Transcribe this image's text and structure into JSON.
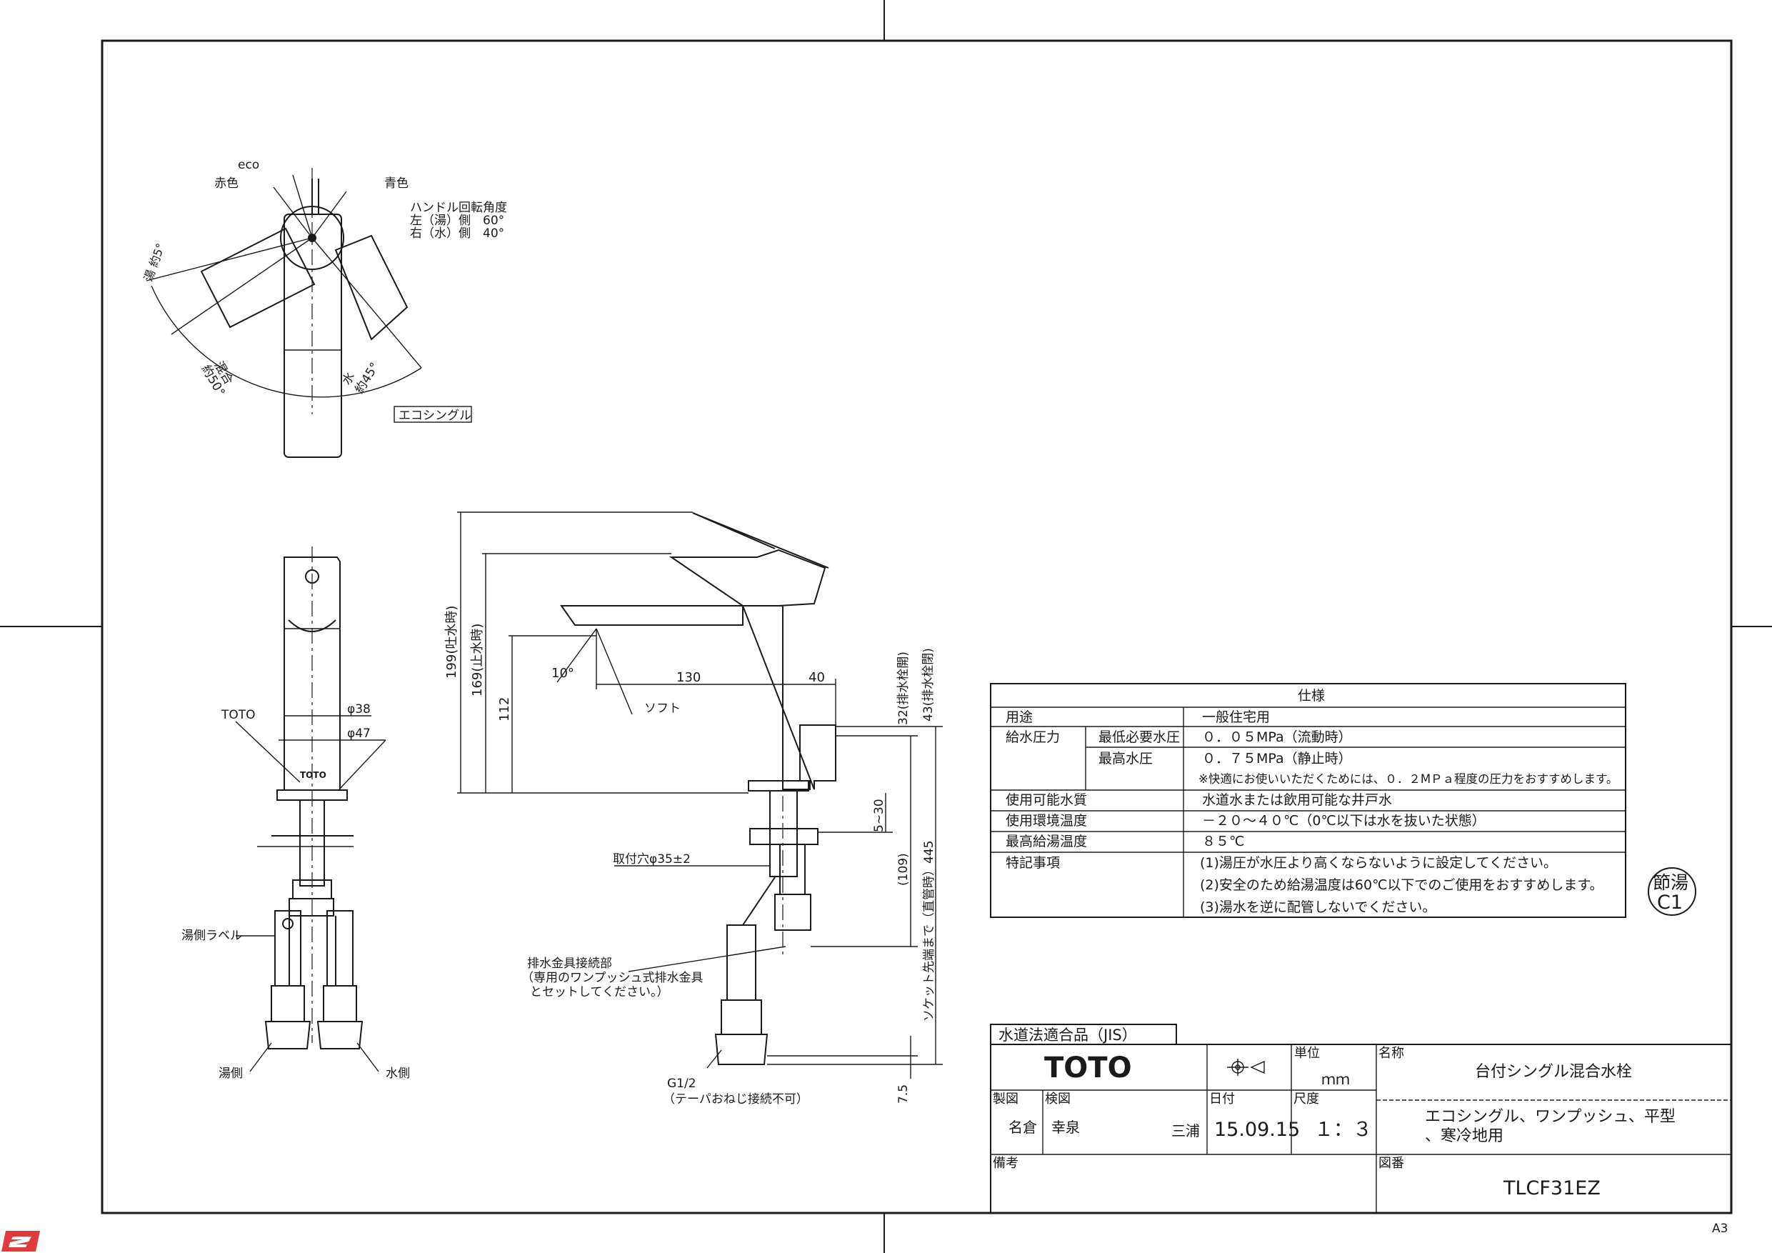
{
  "drawing": {
    "top_view": {
      "eco": "eco",
      "red": "赤色",
      "blue": "青色",
      "rotation_title": "ハンドル回転角度",
      "rotation_left": "左（湯）側　60°",
      "rotation_right": "右（水）側　40°",
      "hot_angle": "湯 約5°",
      "mix_angle": "混合",
      "mix_value": "約50°",
      "water_angle": "水",
      "water_value": "約45°",
      "eco_single": "エコシングル"
    },
    "front_view": {
      "toto": "TOTO",
      "dia38": "φ38",
      "dia47": "φ47",
      "logo": "TOTO",
      "hot_label": "湯側ラベル",
      "hot_side": "湯側",
      "water_side": "水側"
    },
    "side_view": {
      "dim_199": "199(吐水時)",
      "dim_169": "169(止水時)",
      "dim_112": "112",
      "angle_10": "10°",
      "dim_130": "130",
      "dim_40": "40",
      "soft": "ソフト",
      "dim_32": "32(排水栓開)",
      "dim_43": "43(排水栓閉)",
      "mount_hole": "取付穴φ35±2",
      "dim_5_30": "5~30",
      "dim_109": "(109)",
      "dim_445": "ソケット先端まで（直管時）445",
      "drain_title": "排水金具接続部",
      "drain_note1": "（専用のワンプッシュ式排水金具",
      "drain_note2": "とセットしてください。）",
      "thread": "G1/2",
      "thread_note": "（テーパおねじ接続不可）",
      "dim_7_5": "7.5"
    }
  },
  "spec": {
    "title": "仕様",
    "rows": [
      {
        "label": "用途",
        "sub": "",
        "value": "一般住宅用"
      },
      {
        "label": "給水圧力",
        "sub": "最低必要水圧",
        "value": "０．０５MPa（流動時）"
      },
      {
        "label": "",
        "sub": "最高水圧",
        "value": "０．７５MPa（静止時）"
      },
      {
        "label": "",
        "sub": "",
        "value": "※快適にお使いいただくためには、０．２MＰａ程度の圧力をおすすめします。"
      },
      {
        "label": "使用可能水質",
        "sub": "",
        "value": "水道水または飲用可能な井戸水"
      },
      {
        "label": "使用環境温度",
        "sub": "",
        "value": "－２０～４０℃（0℃以下は水を抜いた状態）"
      },
      {
        "label": "最高給湯温度",
        "sub": "",
        "value": "８５℃"
      },
      {
        "label": "特記事項",
        "sub": "",
        "value": "(1)湯圧が水圧より高くならないように設定してください。"
      },
      {
        "label": "",
        "sub": "",
        "value": "(2)安全のため給湯温度は60℃以下でのご使用をおすすめします。"
      },
      {
        "label": "",
        "sub": "",
        "value": "(3)湯水を逆に配管しないでください。"
      }
    ]
  },
  "stamp": {
    "line1": "節湯",
    "line2": "C1"
  },
  "title_block": {
    "jis": "水道法適合品（JIS）",
    "brand": "TOTO",
    "unit_label": "単位",
    "unit_value": "ｍｍ",
    "name_label": "名称",
    "name_value": "台付シングル混合水栓",
    "drawn_label": "製図",
    "drawn_value": "名倉",
    "checked_label": "検図",
    "checked_value": "幸泉",
    "approved_value": "三浦",
    "date_label": "日付",
    "date_value": "15.09.15",
    "scale_label": "尺度",
    "scale_value": "１：３",
    "desc_line1": "エコシングル、ワンプッシュ、平型",
    "desc_line2": "、寒冷地用",
    "remarks_label": "備考",
    "drawing_no_label": "図番",
    "drawing_no_value": "TLCF31EZ"
  },
  "paper_size": "A3"
}
